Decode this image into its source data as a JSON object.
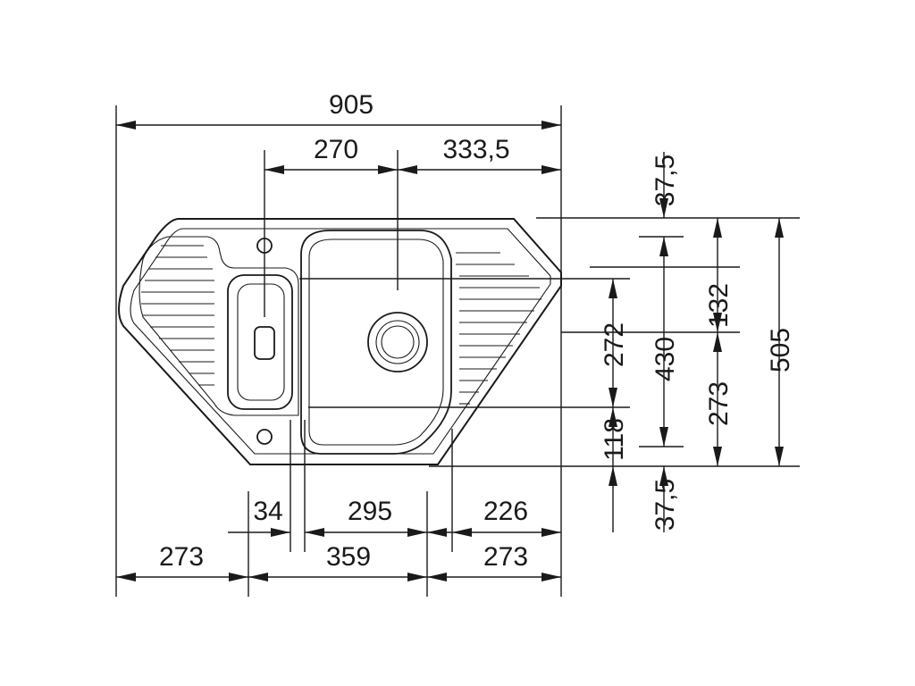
{
  "dimensions": {
    "overall_width": "905",
    "bowl_center_left": "270",
    "bowl_center_right": "333,5",
    "top_offset": "37,5",
    "inner_depth": "132",
    "overall_depth": "505",
    "bowl_depth": "272",
    "mid_depth": "430",
    "lower_depth": "273",
    "bottom_depth": "118",
    "bottom_offset": "37,5",
    "small_gap": "34",
    "bowl_width": "295",
    "right_span": "226",
    "left_wing": "273",
    "center_span": "359",
    "right_wing": "273"
  }
}
